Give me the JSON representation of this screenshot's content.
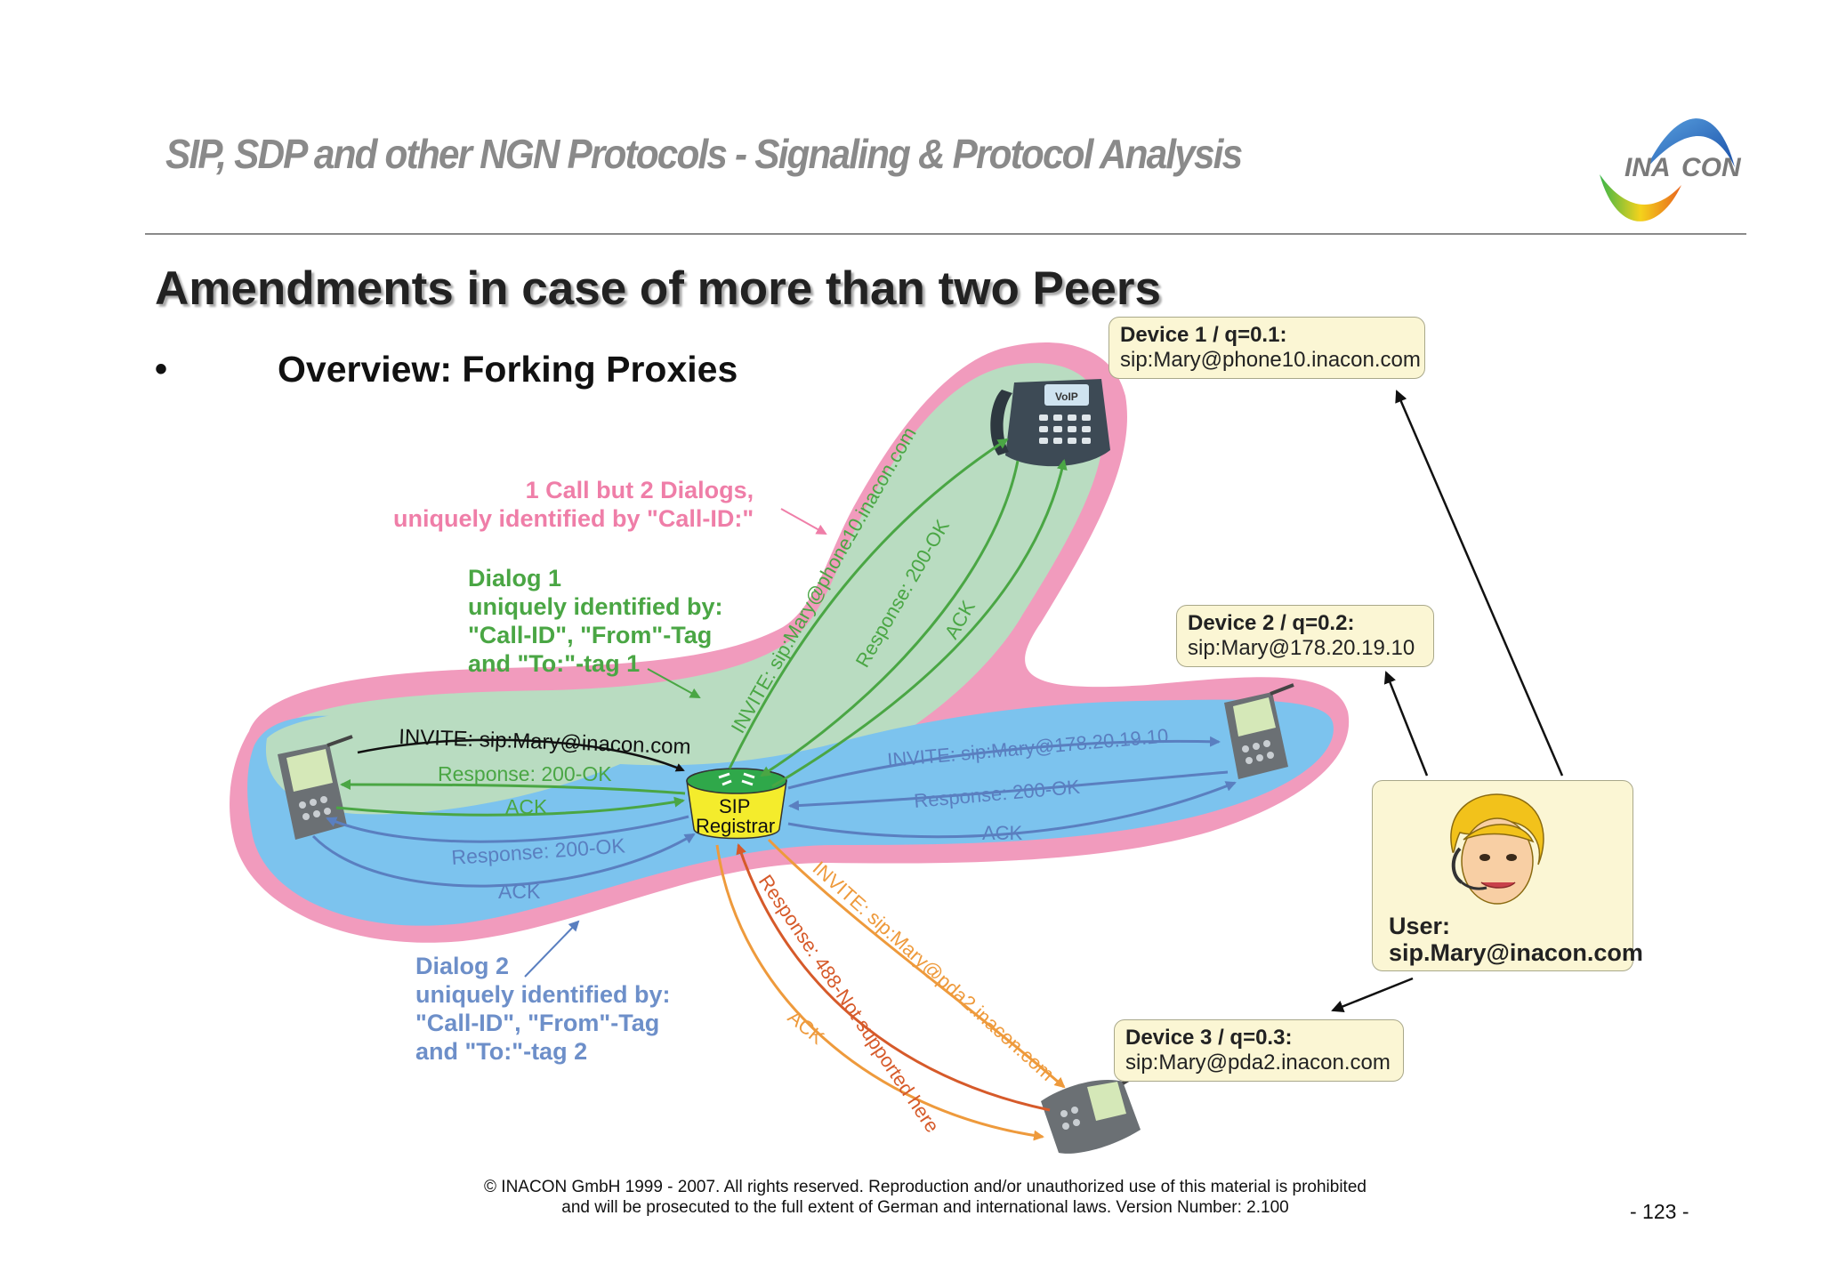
{
  "header": {
    "title": "SIP, SDP and other NGN Protocols - Signaling & Protocol Analysis",
    "logo_text": [
      "INA",
      "CON"
    ]
  },
  "slide": {
    "title": "Amendments in case of more than two Peers",
    "bullet_symbol": "•",
    "subtitle": "Overview: Forking Proxies"
  },
  "notes": {
    "call_dialogs": [
      "1 Call but 2 Dialogs,",
      "uniquely identified by \"Call-ID:\""
    ],
    "dialog1": [
      "Dialog 1",
      "uniquely identified by:",
      "\"Call-ID\", \"From\"-Tag",
      "and \"To:\"-tag 1"
    ],
    "dialog2": [
      "Dialog 2",
      "uniquely identified by:",
      "\"Call-ID\", \"From\"-Tag",
      "and \"To:\"-tag 2"
    ]
  },
  "registrar": {
    "line1": "SIP",
    "line2": "Registrar"
  },
  "phone": {
    "label": "VoIP"
  },
  "messages": {
    "caller_invite": "INVITE: sip:Mary@inacon.com",
    "caller_response1": "Response: 200-OK",
    "caller_ack1": "ACK",
    "caller_response2": "Response: 200-OK",
    "caller_ack2": "ACK",
    "dev1_invite": "INVITE: sip:Mary@phone10.inacon.com",
    "dev1_response": "Response: 200-OK",
    "dev1_ack": "ACK",
    "dev2_invite": "INVITE: sip:Mary@178.20.19.10",
    "dev2_response": "Response: 200-OK",
    "dev2_ack": "ACK",
    "dev3_invite": "INVITE: sip:Mary@pda2.inacon.com",
    "dev3_response": "Response: 488-Not supported here",
    "dev3_ack": "ACK"
  },
  "devices": [
    {
      "name": "Device 1 / q=0.1:",
      "uri": "sip:Mary@phone10.inacon.com"
    },
    {
      "name": "Device 2 / q=0.2:",
      "uri": "sip:Mary@178.20.19.10"
    },
    {
      "name": "Device 3 / q=0.3:",
      "uri": "sip:Mary@pda2.inacon.com"
    }
  ],
  "user": {
    "label": "User:",
    "uri": "sip.Mary@inacon.com"
  },
  "footer": {
    "line1": "© INACON GmbH 1999 - 2007.  All rights reserved. Reproduction and/or unauthorized use of this material is prohibited",
    "line2": "and will be prosecuted to the full extent of German and international laws. Version Number: 2.100"
  },
  "page_number": "- 123 -",
  "colors": {
    "pink_region": "#f19bbd",
    "green_region": "#b9dcc1",
    "blue_region": "#7cc3ee",
    "green_arrow": "#4aa644",
    "blue_arrow": "#5a7fc0",
    "orange_arrow": "#ee9a3c",
    "red_arrow": "#d65a2a",
    "registrar_fill": "#f4ec2c",
    "box_fill": "#fbf6d4"
  }
}
